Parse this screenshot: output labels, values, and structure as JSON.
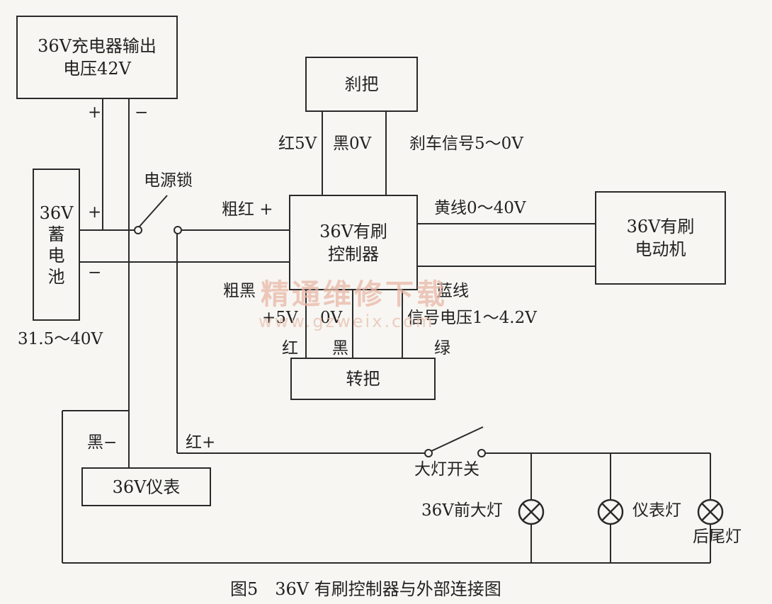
{
  "boxes": {
    "charger": {
      "line1": "36V充电器输出",
      "line2": "电压42V"
    },
    "brake": {
      "label": "刹把"
    },
    "battery": {
      "l1": "36V",
      "l2": "蓄",
      "l3": "电",
      "l4": "池"
    },
    "controller": {
      "line1": "36V有刷",
      "line2": "控制器"
    },
    "motor": {
      "line1": "36V有刷",
      "line2": "电动机"
    },
    "throttle": {
      "label": "转把"
    },
    "meter": {
      "label": "36V仪表"
    }
  },
  "labels": {
    "charger_plus": "+",
    "charger_minus": "−",
    "battery_plus": "+",
    "battery_minus": "−",
    "power_lock": "电源锁",
    "battery_voltage": "31.5～40V",
    "brake_red": "红5V",
    "brake_black": "黑0V",
    "brake_signal": "刹车信号5～0V",
    "thick_red": "粗红 +",
    "thick_black": "粗黑",
    "yellow_wire": "黄线0～40V",
    "blue_wire": "蓝线",
    "throttle_5v": "+5V",
    "throttle_0v": "0V",
    "throttle_signal": "信号电压1～4.2V",
    "throttle_red": "红",
    "throttle_black": "黑",
    "throttle_green": "绿",
    "meter_black": "黑−",
    "meter_red": "红+",
    "headlight_switch": "大灯开关",
    "front_headlight": "36V前大灯",
    "meter_light": "仪表灯",
    "tail_light": "后尾灯"
  },
  "watermark": {
    "text": "精通维修下载",
    "url": "www.gzweix.com"
  },
  "caption": "图5　36V 有刷控制器与外部连接图"
}
